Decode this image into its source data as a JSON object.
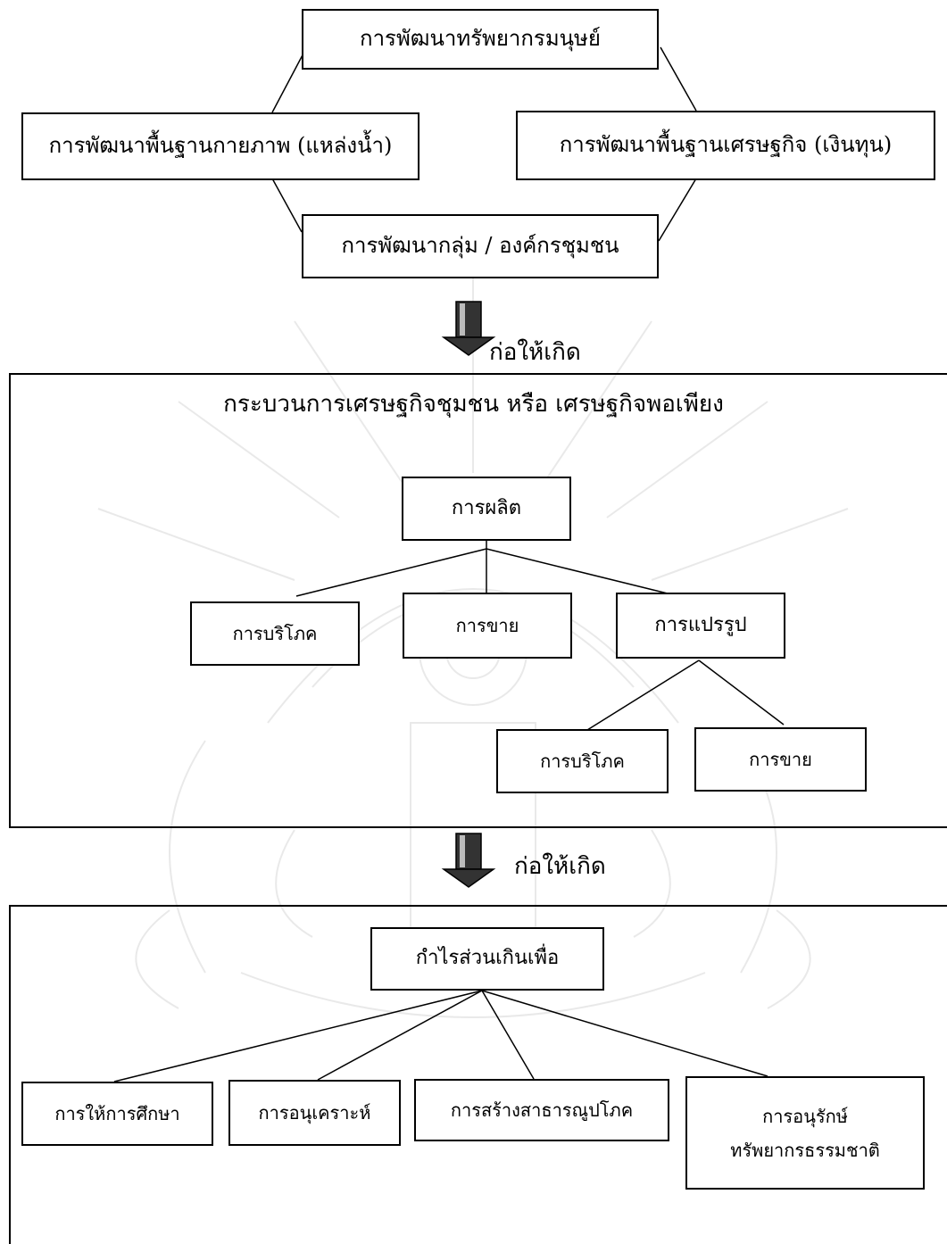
{
  "top": {
    "human": "การพัฒนาทรัพยากรมนุษย์",
    "physical": "การพัฒนาพื้นฐานกายภาพ (แหล่งน้ำ)",
    "economic": "การพัฒนาพื้นฐานเศรษฐกิจ (เงินทุน)",
    "group": "การพัฒนากลุ่ม / องค์กรชุมชน"
  },
  "arrow1_label": "ก่อให้เกิด",
  "process": {
    "title": "กระบวนการเศรษฐกิจชุมชน หรือ เศรษฐกิจพอเพียง",
    "production": "การผลิต",
    "consume": "การบริโภค",
    "sell": "การขาย",
    "transform": "การแปรรูป",
    "consume2": "การบริโภค",
    "sell2": "การขาย"
  },
  "arrow2_label": "ก่อให้เกิด",
  "profit": {
    "title": "กำไรส่วนเกินเพื่อ",
    "education": "การให้การศึกษา",
    "welfare": "การอนุเคราะห์",
    "utilities": "การสร้างสาธารณูปโภค",
    "conserve_line1": "การอนุรักษ์",
    "conserve_line2": "ทรัพยากรธรรมชาติ"
  }
}
